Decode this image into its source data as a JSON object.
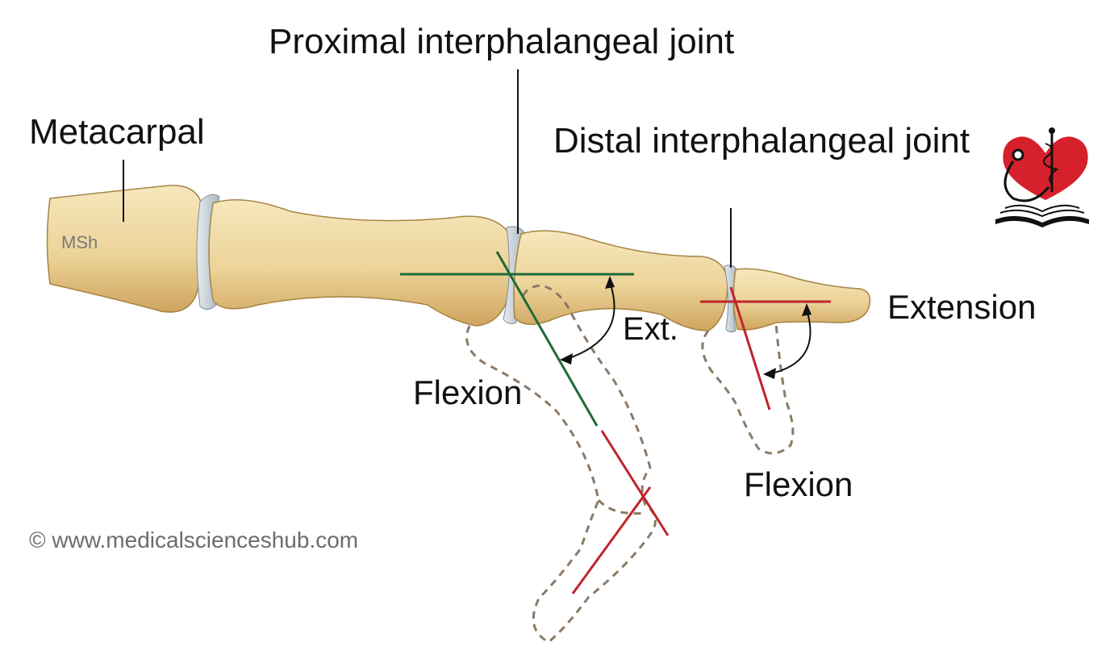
{
  "labels": {
    "proximal_joint": "Proximal interphalangeal joint",
    "metacarpal": "Metacarpal",
    "distal_joint": "Distal interphalangeal joint",
    "extension": "Extension",
    "ext_short": "Ext.",
    "flexion_proximal": "Flexion",
    "flexion_distal": "Flexion",
    "watermark": "MSh",
    "copyright": "© www.medicalscienceshub.com"
  },
  "colors": {
    "bone": "#efd9a0",
    "bone_shadow": "#d9b46e",
    "cartilage": "#c9d3d9",
    "axis_green": "#1e6b3a",
    "axis_red": "#c0242c",
    "outline_dashed": "#8b7a66",
    "logo_red": "#d6202b"
  },
  "icons": {
    "logo": "heart-stethoscope-book-logo"
  }
}
